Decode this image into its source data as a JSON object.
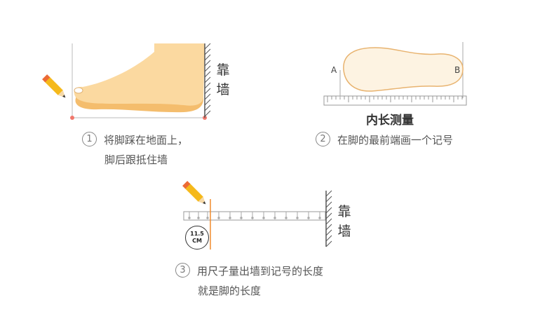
{
  "step1": {
    "number": "1",
    "line1": "将脚踩在地面上，",
    "line2": "脚后跟抵住墙",
    "wall_label_top": "靠",
    "wall_label_bottom": "墙"
  },
  "step2": {
    "title": "内长测量",
    "point_a": "A",
    "point_b": "B",
    "number": "2",
    "line1": "在脚的最前端画一个记号"
  },
  "step3": {
    "number": "3",
    "line1": "用尺子量出墙到记号的长度",
    "line2": "就是脚的长度",
    "wall_label_top": "靠",
    "wall_label_bottom": "墙",
    "badge_value": "11.5",
    "badge_unit": "CM"
  },
  "colors": {
    "foot_fill": "#fbd9a0",
    "foot_sole": "#f4bd6d",
    "insole_fill": "#fdf3e2",
    "insole_stroke": "#e8b36f",
    "pencil_body": "#f5b91b",
    "pencil_accent": "#ec6a35",
    "mark_line": "#f08a2c",
    "wall_hatch": "#555555"
  }
}
